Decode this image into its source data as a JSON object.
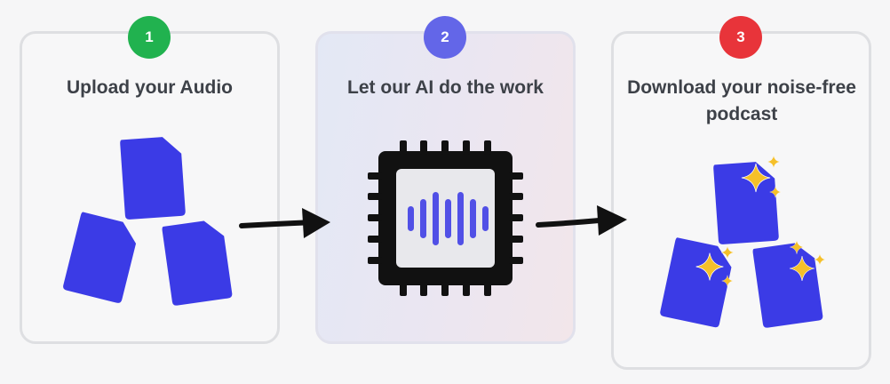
{
  "steps": [
    {
      "number": "1",
      "title": "Upload your Audio",
      "badge_color": "#21b24f",
      "icon": "upload-files-icon"
    },
    {
      "number": "2",
      "title": "Let our AI do the work",
      "badge_color": "#6366e8",
      "icon": "ai-chip-waveform-icon"
    },
    {
      "number": "3",
      "title": "Download your noise-free podcast",
      "badge_color": "#e8343a",
      "icon": "sparkle-files-icon"
    }
  ],
  "colors": {
    "file": "#3b3be6",
    "sparkle": "#f5c02a",
    "chip": "#111111",
    "arrow": "#111111"
  }
}
